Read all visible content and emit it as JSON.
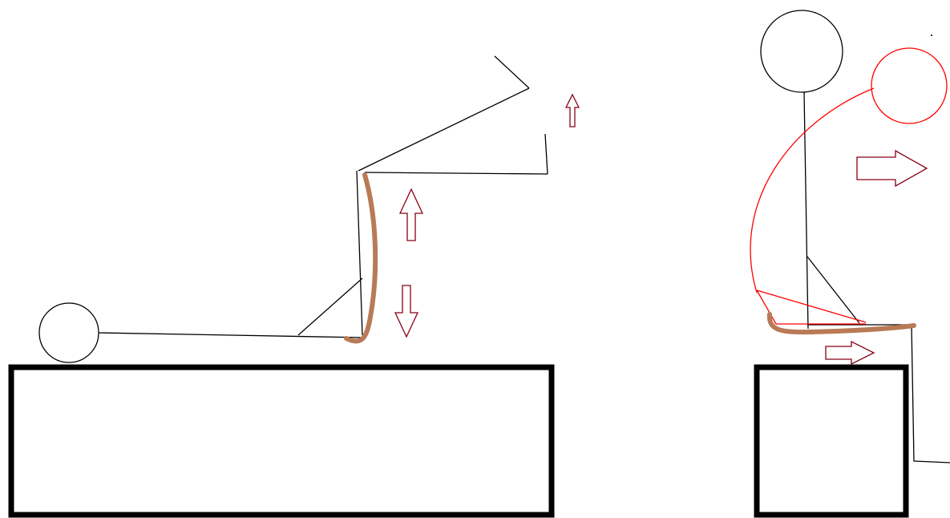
{
  "diagram": {
    "panels": [
      {
        "id": "lying",
        "figure": "stick-figure-lying-supine-legs-raised",
        "support": "table-long",
        "highlight": "brown-stroke-along-lower-leg",
        "arrows": [
          "up-arrow",
          "up-arrow",
          "down-arrow"
        ]
      },
      {
        "id": "sitting",
        "figure": "stick-figure-sitting-on-block",
        "overlay": "red-forward-lean-torso",
        "support": "block-small",
        "highlight": "brown-stroke-along-thigh",
        "arrows": [
          "right-arrow",
          "right-arrow"
        ]
      }
    ],
    "colors": {
      "line": "#000000",
      "highlight": "#b97a57",
      "arrow": "#880015",
      "overlay": "#ff0000",
      "background": "#ffffff"
    }
  }
}
